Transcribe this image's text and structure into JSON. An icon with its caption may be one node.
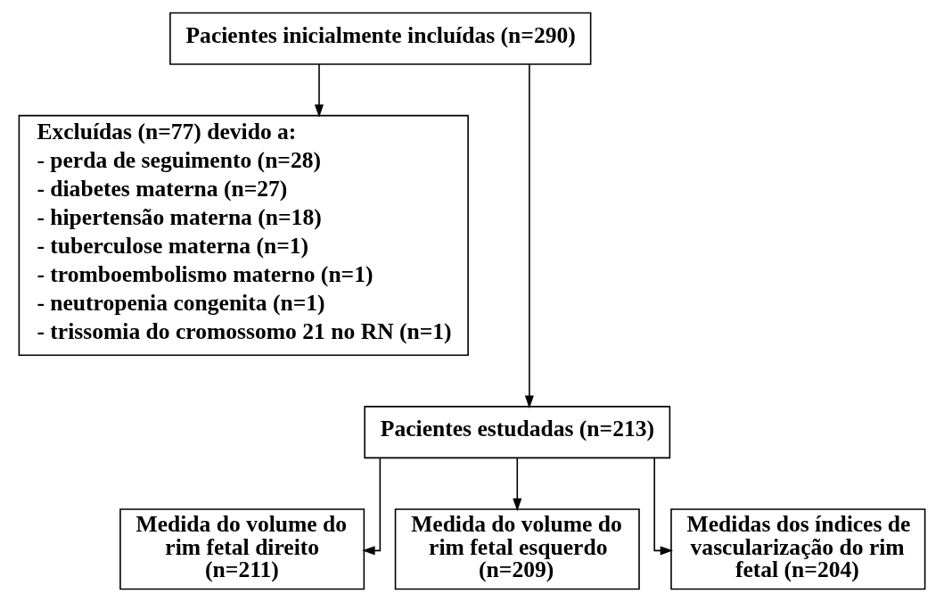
{
  "diagram": {
    "nodes": [
      {
        "text": [
          "Pacientes inicialmente incluídas (n=290)"
        ]
      },
      {
        "text": [
          "Excluídas (n=77) devido a:",
          "- perda de seguimento (n=28)",
          "- diabetes materna (n=27)",
          "- hipertensão materna (n=18)",
          "- tuberculose materna (n=1)",
          "- tromboembolismo materno (n=1)",
          "- neutropenia congenita (n=1)",
          "- trissomia do cromossomo 21 no RN (n=1)"
        ]
      },
      {
        "text": [
          "Pacientes estudadas (n=213)"
        ]
      },
      {
        "text": [
          "Medida do volume do rim fetal direito (n=211)"
        ]
      },
      {
        "text": [
          "Medida do volume do rim fetal esquerdo (n=209)"
        ]
      },
      {
        "text": [
          "Medidas dos índices de vascularização do rim fetal (n=204)"
        ]
      }
    ],
    "edges": [
      {
        "from": 0,
        "to": 1,
        "arrow": "to"
      },
      {
        "from": 0,
        "to": 2,
        "arrow": "to"
      },
      {
        "from": 2,
        "to": 3,
        "arrow": "to"
      },
      {
        "from": 2,
        "to": 4,
        "arrow": "to"
      },
      {
        "from": 2,
        "to": 5,
        "arrow": "to"
      }
    ]
  }
}
